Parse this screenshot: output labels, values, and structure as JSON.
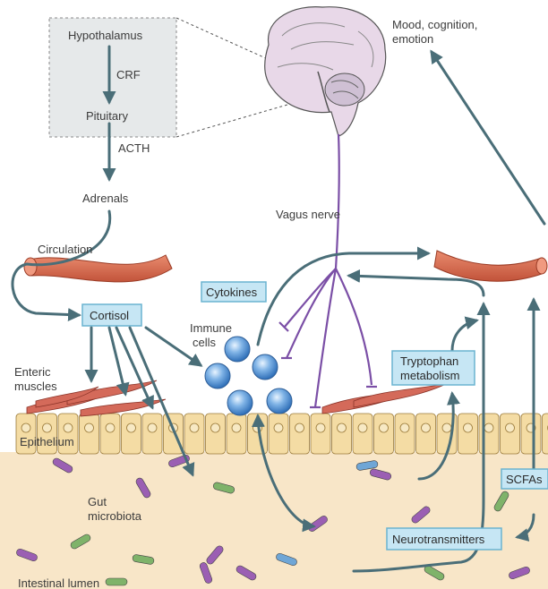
{
  "labels": {
    "hypothalamus": "Hypothalamus",
    "crf": "CRF",
    "pituitary": "Pituitary",
    "acth": "ACTH",
    "adrenals": "Adrenals",
    "circulation": "Circulation",
    "cortisol": "Cortisol",
    "cytokines": "Cytokines",
    "immune_cells_1": "Immune",
    "immune_cells_2": "cells",
    "enteric_1": "Enteric",
    "enteric_2": "muscles",
    "epithelium": "Epithelium",
    "gut_1": "Gut",
    "gut_2": "microbiota",
    "intestinal_lumen": "Intestinal lumen",
    "vagus_nerve": "Vagus nerve",
    "mood_1": "Mood, cognition,",
    "mood_2": "emotion",
    "tryptophan_1": "Tryptophan",
    "tryptophan_2": "metabolism",
    "neurotransmitters": "Neurotransmitters",
    "scfas": "SCFAs"
  },
  "colors": {
    "arrow": "#4a6e78",
    "vagus": "#7b4fa6",
    "box_fill": "#c6e6f4",
    "box_stroke": "#6ab3d0",
    "hpa_fill": "#e6e9ea",
    "vessel": "#d6674a",
    "lumen": "#f8e6c8",
    "cell": "#f4dca4",
    "immune_cell": "#4a8fd4"
  }
}
